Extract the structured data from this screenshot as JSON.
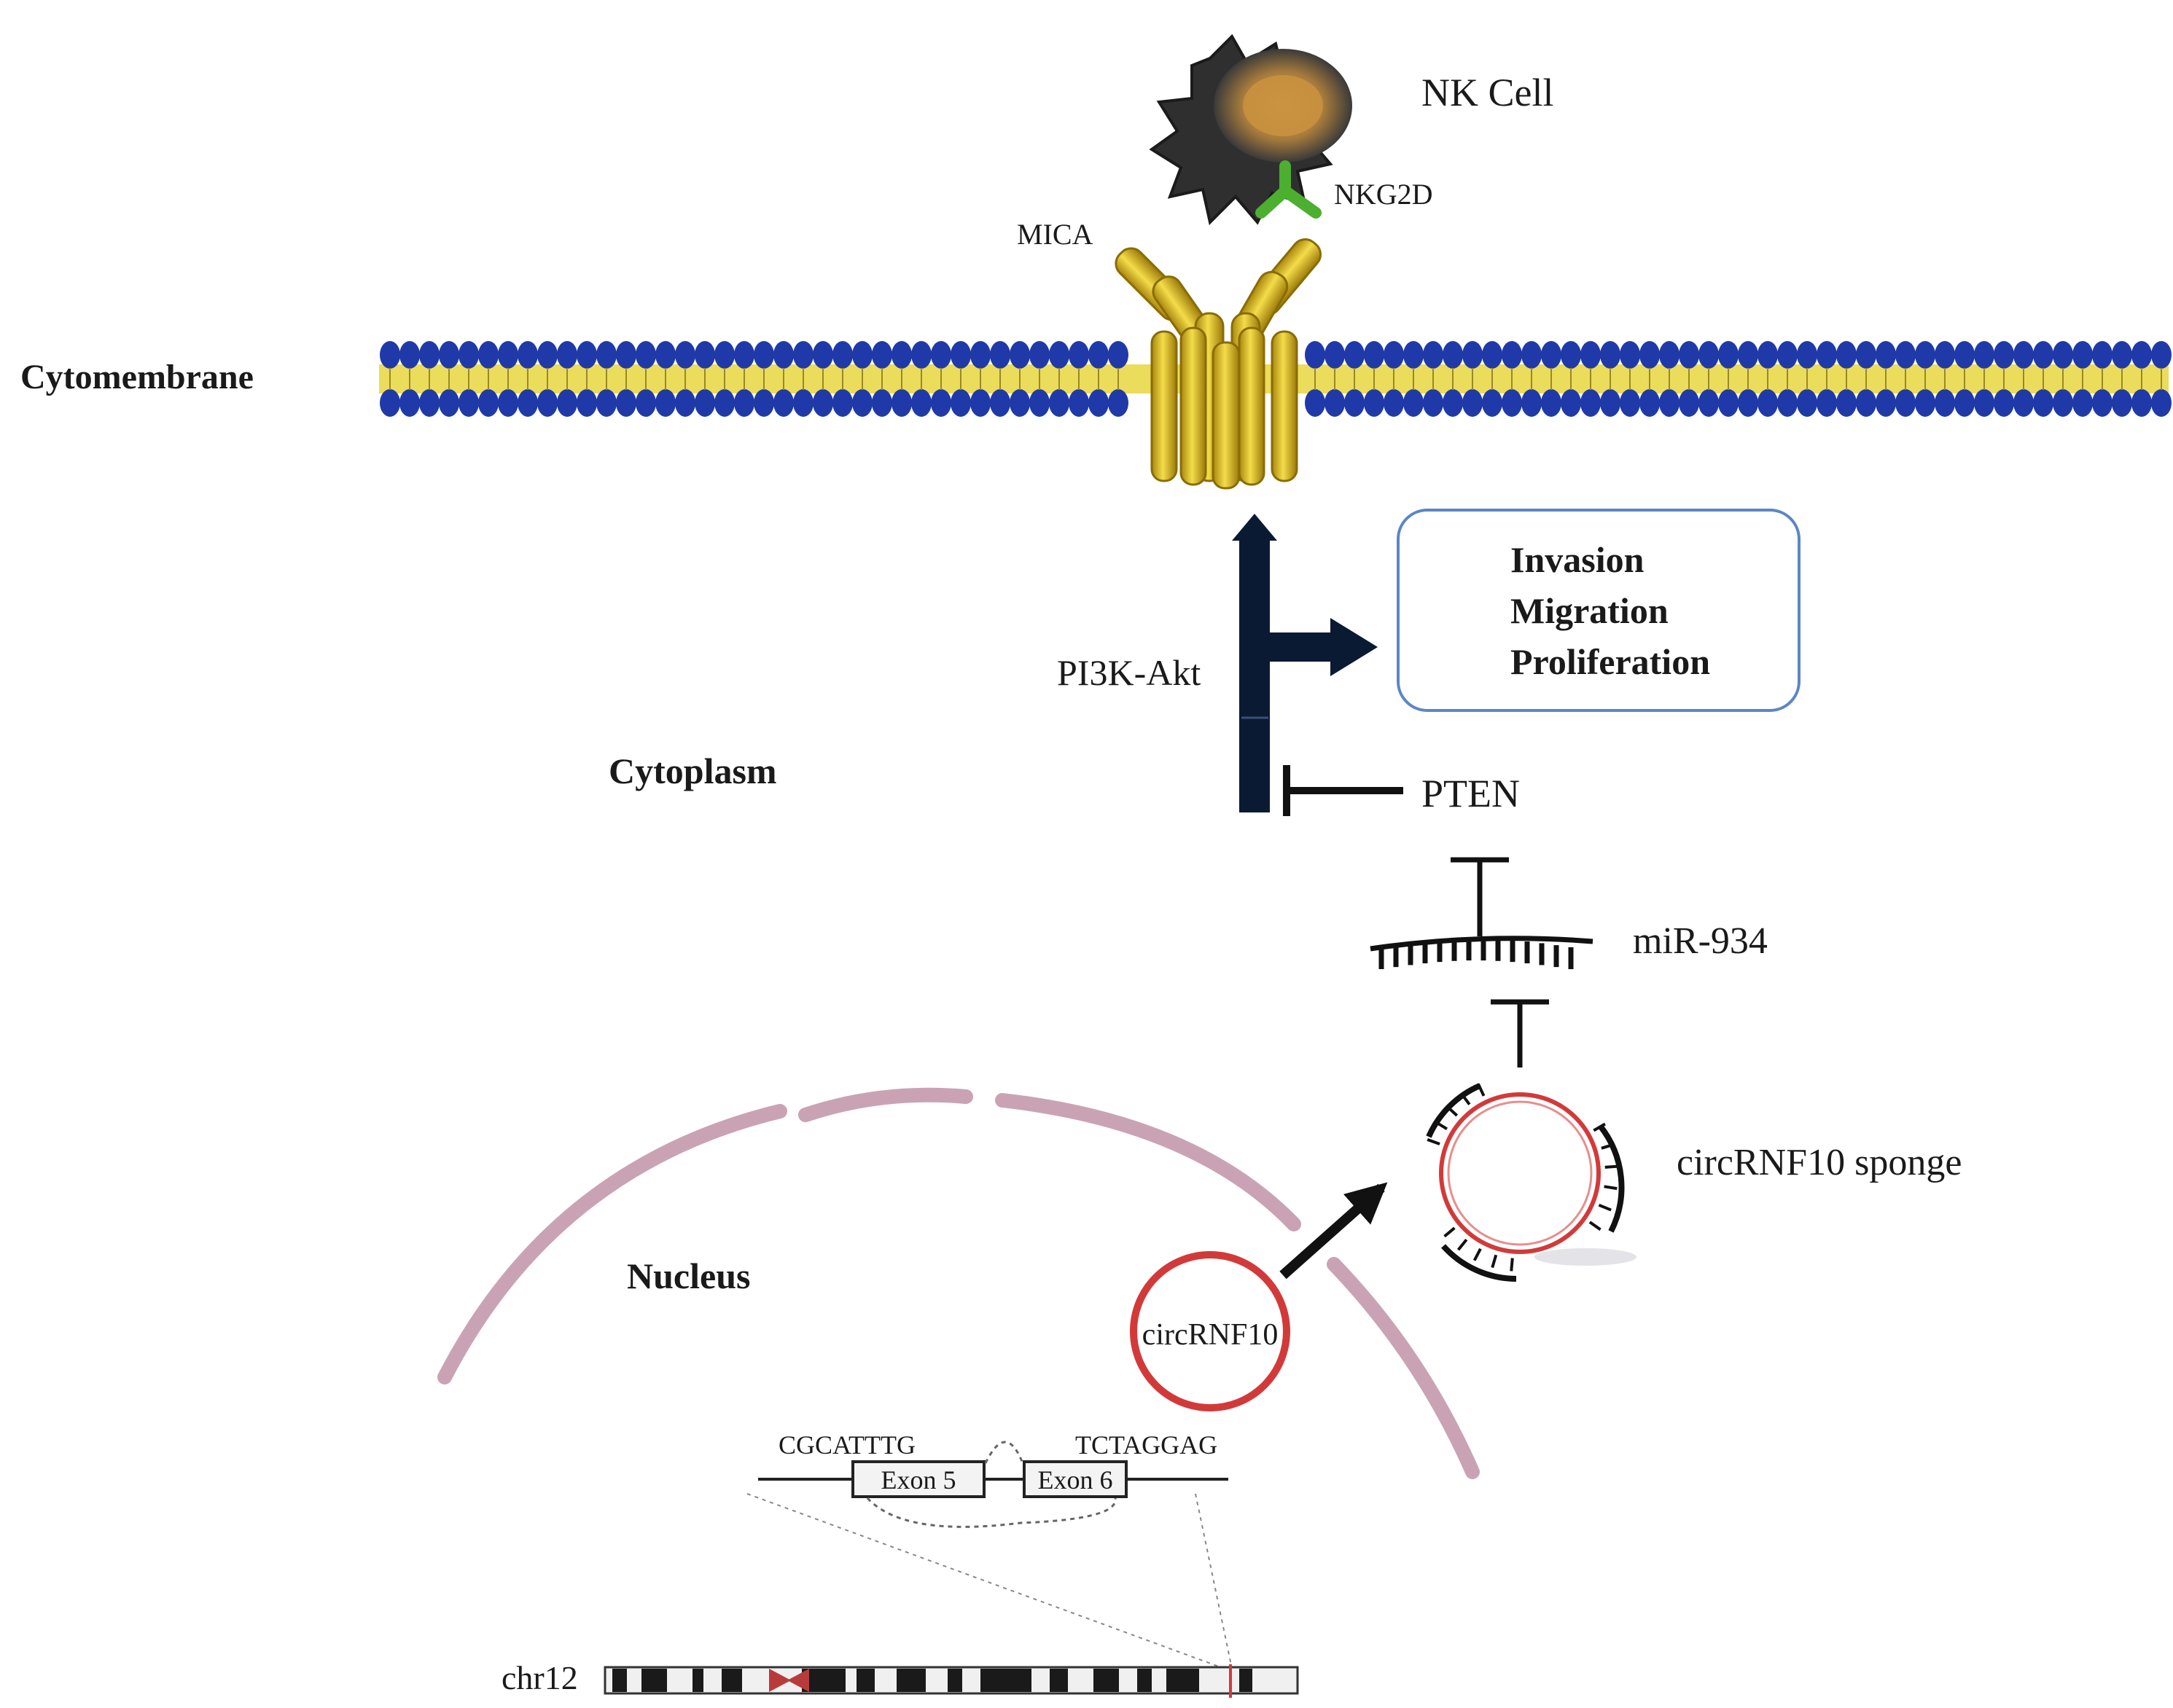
{
  "labels": {
    "nk_cell": "NK Cell",
    "nkg2d": "NKG2D",
    "mica": "MICA",
    "cytomembrane": "Cytomembrane",
    "cytoplasm": "Cytoplasm",
    "pi3k_akt": "PI3K-Akt",
    "pten": "PTEN",
    "mir934": "miR-934",
    "circ_sponge": "circRNF10 sponge",
    "nucleus": "Nucleus",
    "circrnf10": "circRNF10",
    "seq_left": "CGCATTTG",
    "seq_right": "TCTAGGAG",
    "exon5": "Exon 5",
    "exon6": "Exon 6",
    "chromosome": "chr12"
  },
  "outcomes": [
    "Invasion",
    "Migration",
    "Proliferation"
  ],
  "colors": {
    "membrane_blue": "#1f3aa8",
    "lipid_tail_yellow": "#e8d640",
    "receptor_gold": "#d9b21b",
    "nkg2d_green": "#4caf30",
    "pathway_arrow": "#0b1a33",
    "nuclear_envelope": "#c9a3b4",
    "circ_red": "#d23a3a",
    "box_border": "#5b86c6"
  }
}
